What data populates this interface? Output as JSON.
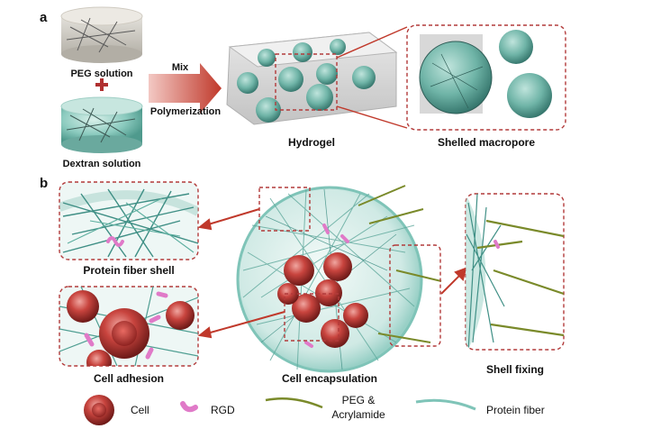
{
  "panels": {
    "a": {
      "letter": "a",
      "peg_solution": "PEG solution",
      "dextran_solution": "Dextran solution",
      "arrow_top": "Mix",
      "arrow_bottom": "Polymerization",
      "hydrogel": "Hydrogel",
      "shelled_macropore": "Shelled macropore"
    },
    "b": {
      "letter": "b",
      "protein_fiber_shell": "Protein fiber shell",
      "cell_adhesion": "Cell adhesion",
      "cell_encapsulation": "Cell encapsulation",
      "shell_fixing": "Shell fixing"
    }
  },
  "legend": {
    "cell": "Cell",
    "rgd": "RGD",
    "peg_line1": "PEG &",
    "peg_line2": "Acrylamide",
    "protein_fiber": "Protein fiber"
  },
  "colors": {
    "teal": "#7fc4b8",
    "callout": "#b23a3a",
    "arrow": "#c0392b",
    "cell_red": "#c0392b",
    "rgd_pink": "#e07ac8",
    "peg_green": "#7a8a2a"
  }
}
